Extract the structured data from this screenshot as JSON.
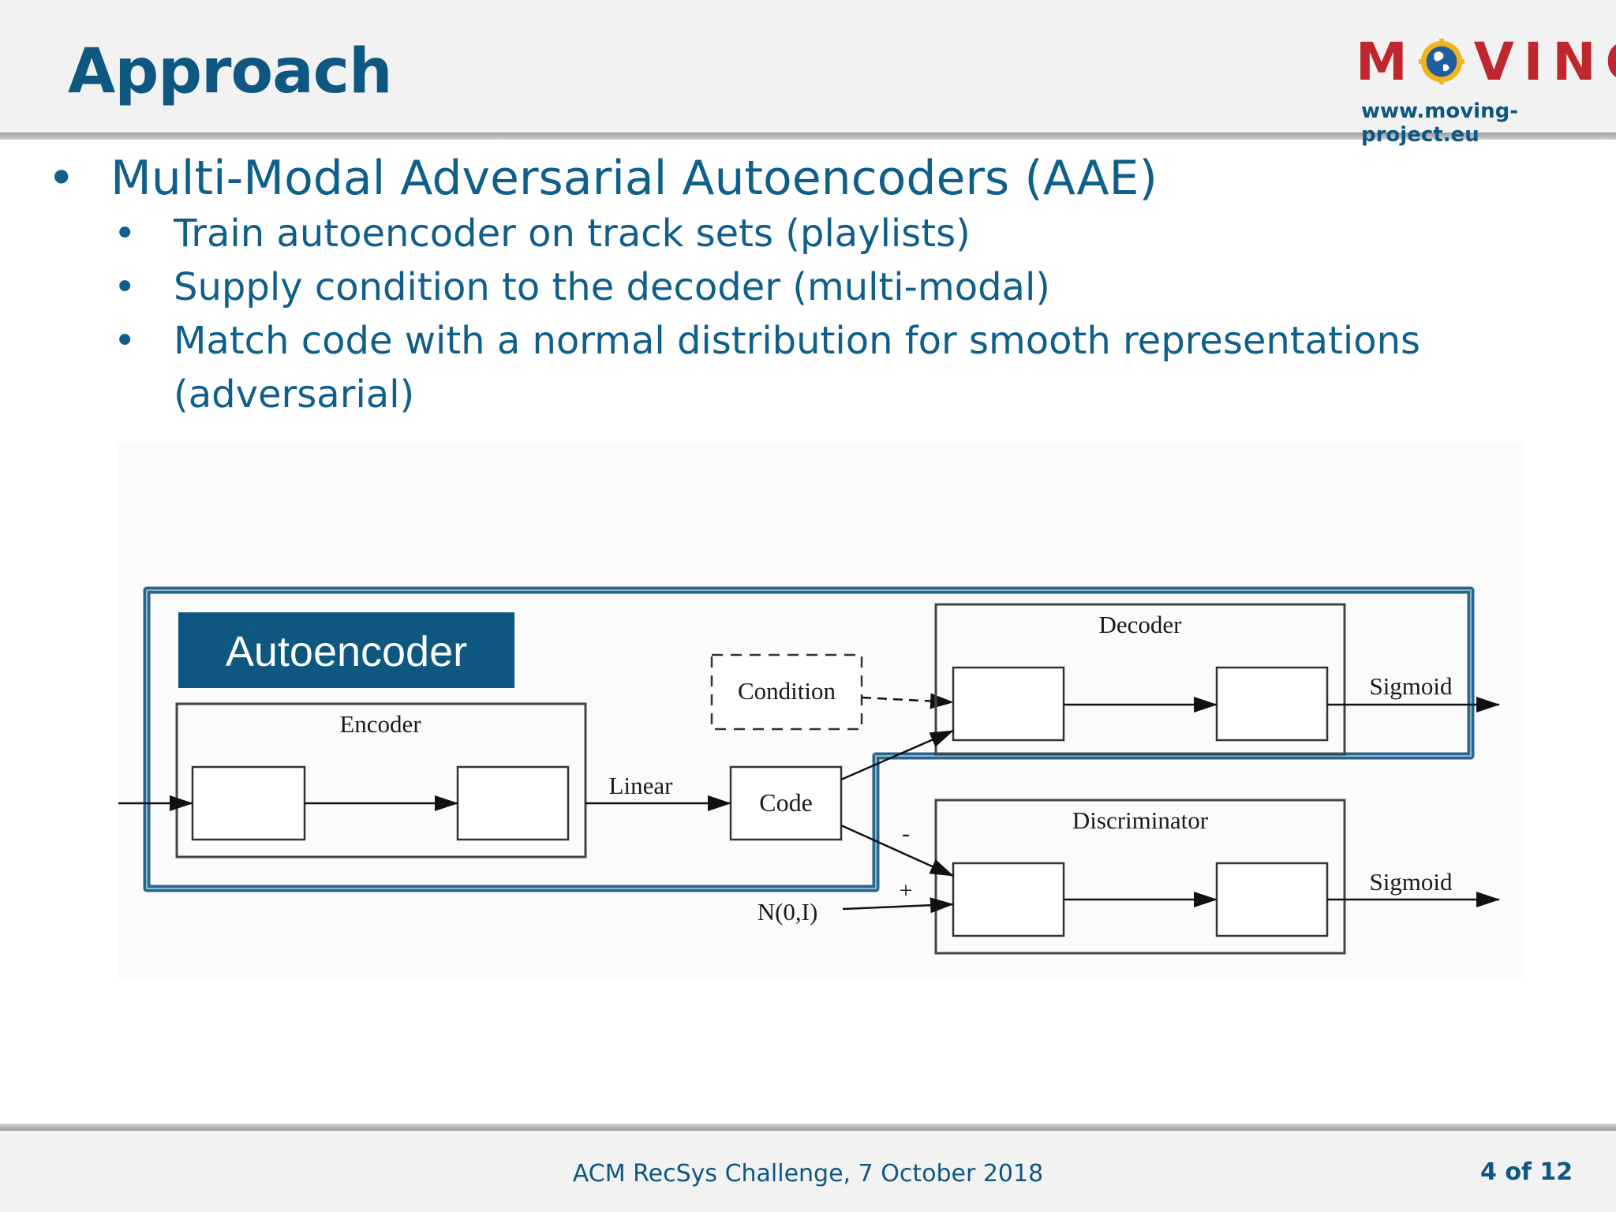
{
  "slide": {
    "title": "Approach",
    "logo_text_before": "M",
    "logo_text_after": "VING",
    "logo_url": "www.moving-project.eu"
  },
  "bullets": {
    "main": "Multi-Modal Adversarial Autoencoders (AAE)",
    "sub": [
      "Train autoencoder on track sets (playlists)",
      "Supply condition to the decoder (multi-modal)",
      "Match code with a normal distribution for smooth representations (adversarial)"
    ]
  },
  "diagram": {
    "autoencoder_label": "Autoencoder",
    "encoder_label": "Encoder",
    "linear_label": "Linear",
    "code_label": "Code",
    "condition_label": "Condition",
    "decoder_label": "Decoder",
    "discriminator_label": "Discriminator",
    "sigmoid_label_1": "Sigmoid",
    "sigmoid_label_2": "Sigmoid",
    "minus_label": "-",
    "plus_label": "+",
    "noise_label": "N(0,I)",
    "colors": {
      "autoencoder_frame": "#1d5e86",
      "autoencoder_tag": "#0d5780"
    }
  },
  "footer": {
    "text": "ACM RecSys Challenge, 7 October 2018",
    "page": "4 of 12"
  }
}
